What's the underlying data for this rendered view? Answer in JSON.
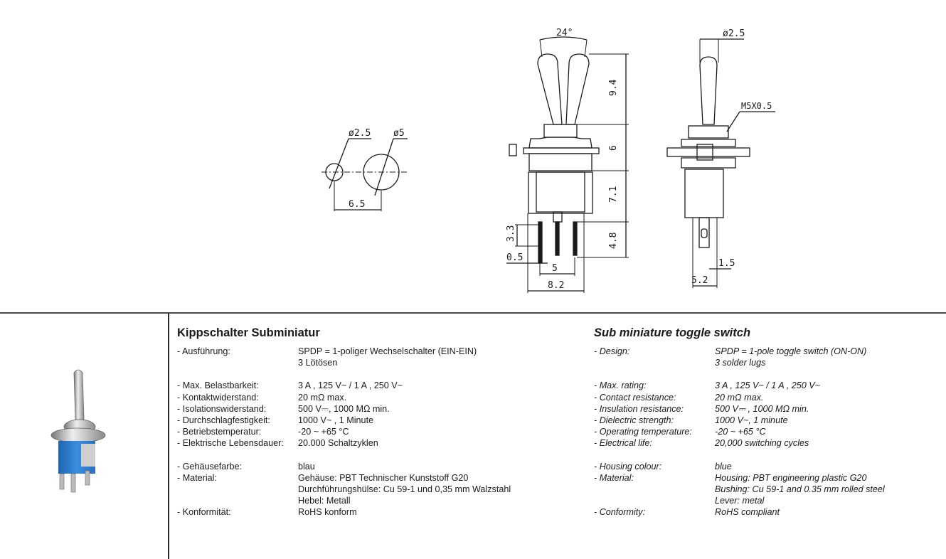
{
  "drawing": {
    "hole_pattern": {
      "small_diameter": "ø2.5",
      "large_diameter": "ø5",
      "spacing": "6.5"
    },
    "front_view": {
      "angle": "24°",
      "lever_height": "9.4",
      "bushing_height": "6",
      "body_height": "7.1",
      "pin_length": "4.8",
      "pin_offset": "3.3",
      "pin_width": "0.5",
      "pin_pitch": "5",
      "body_width": "8.2"
    },
    "side_view": {
      "lever_diameter": "ø2.5",
      "thread": "M5X0.5",
      "pin_gap": "1.5",
      "body_width": "5.2"
    }
  },
  "product_photo": {
    "description": "blue sub-miniature toggle switch with metal lever",
    "housing_color": "#2f7fd0"
  },
  "german": {
    "title": "Kippschalter Subminiatur",
    "groups": [
      [
        {
          "label": "- Ausführung:",
          "values": [
            "SPDP = 1-poliger Wechselschalter (EIN-EIN)",
            "3 Lötösen"
          ]
        }
      ],
      [
        {
          "label": "- Max. Belastbarkeit:",
          "values": [
            "3 A , 125 V~  / 1 A , 250 V~"
          ]
        },
        {
          "label": "- Kontaktwiderstand:",
          "values": [
            "20 mΩ max."
          ]
        },
        {
          "label": "- Isolationswiderstand:",
          "values": [
            "500 V⎓, 1000 MΩ min."
          ]
        },
        {
          "label": "- Durchschlagfestigkeit:",
          "values": [
            "1000 V~ , 1 Minute"
          ]
        },
        {
          "label": "- Betriebstemperatur:",
          "values": [
            "-20 ~ +65 °C"
          ]
        },
        {
          "label": "- Elektrische Lebensdauer:",
          "values": [
            "20.000 Schaltzyklen"
          ]
        }
      ],
      [
        {
          "label": "- Gehäusefarbe:",
          "values": [
            "blau"
          ]
        },
        {
          "label": "- Material:",
          "values": [
            "Gehäuse: PBT Technischer Kunststoff G20",
            "Durchführungshülse: Cu 59-1 und 0,35 mm Walzstahl",
            "Hebel: Metall"
          ]
        },
        {
          "label": "- Konformität:",
          "values": [
            "RoHS konform"
          ]
        }
      ]
    ]
  },
  "english": {
    "title": "Sub miniature toggle switch",
    "groups": [
      [
        {
          "label": "- Design:",
          "values": [
            "SPDP = 1-pole toggle switch (ON-ON)",
            "3 solder lugs"
          ]
        }
      ],
      [
        {
          "label": "- Max. rating:",
          "values": [
            "3 A , 125 V~ / 1 A , 250 V~"
          ]
        },
        {
          "label": "- Contact resistance:",
          "values": [
            "20 mΩ max."
          ]
        },
        {
          "label": "- Insulation resistance:",
          "values": [
            "500 V⎓ , 1000 MΩ min."
          ]
        },
        {
          "label": "- Dielectric strength:",
          "values": [
            "1000 V~, 1 minute"
          ]
        },
        {
          "label": "- Operating temperature:",
          "values": [
            "-20 ~ +65 °C"
          ]
        },
        {
          "label": "- Electrical life:",
          "values": [
            "20,000 switching cycles"
          ]
        }
      ],
      [
        {
          "label": "- Housing colour:",
          "values": [
            "blue"
          ]
        },
        {
          "label": "- Material:",
          "values": [
            "Housing: PBT engineering plastic G20",
            "Bushing: Cu 59-1 and 0.35 mm rolled steel",
            "Lever: metal"
          ]
        },
        {
          "label": "- Conformity:",
          "values": [
            "RoHS compliant"
          ]
        }
      ]
    ]
  }
}
